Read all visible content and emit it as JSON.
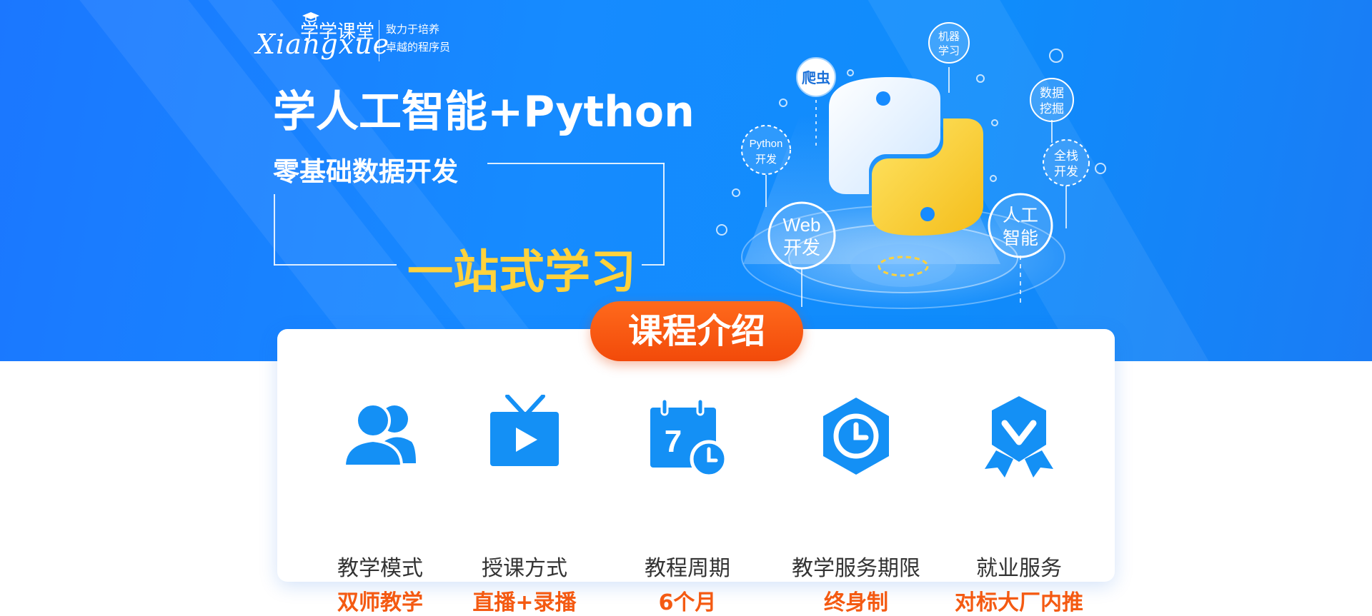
{
  "logo": {
    "brand": "学学课堂",
    "script_name": "Xiangxue",
    "tagline_line1": "致力于培养",
    "tagline_line2": "卓越的程序员"
  },
  "hero": {
    "title": "学人工智能+Python",
    "subtitle": "零基础数据开发",
    "highlight": "一站式学习"
  },
  "art_tags": {
    "crawler": "爬虫",
    "ml_line1": "机器",
    "ml_line2": "学习",
    "mining_line1": "数据",
    "mining_line2": "挖掘",
    "py_line1": "Python",
    "py_line2": "开发",
    "fullstack_line1": "全栈",
    "fullstack_line2": "开发",
    "web_line1": "Web",
    "web_line2": "开发",
    "ai_line1": "人工",
    "ai_line2": "智能"
  },
  "section": {
    "title": "课程介绍"
  },
  "features": [
    {
      "label": "教学模式",
      "value": "双师教学",
      "icon": "users-icon"
    },
    {
      "label": "授课方式",
      "value": "直播+录播",
      "icon": "tv-play-icon"
    },
    {
      "label": "教程周期",
      "value": "6个月",
      "icon": "calendar-clock-icon",
      "icon_text": "7"
    },
    {
      "label": "教学服务期限",
      "value": "终身制",
      "icon": "hexagon-clock-icon"
    },
    {
      "label": "就业服务",
      "value": "对标大厂内推",
      "icon": "badge-check-icon"
    }
  ],
  "colors": {
    "banner_blue": "#168bff",
    "accent_orange": "#f24a0a",
    "value_orange": "#f45a12",
    "highlight_yellow": "#ffd23c",
    "icon_blue": "#1490f5"
  }
}
